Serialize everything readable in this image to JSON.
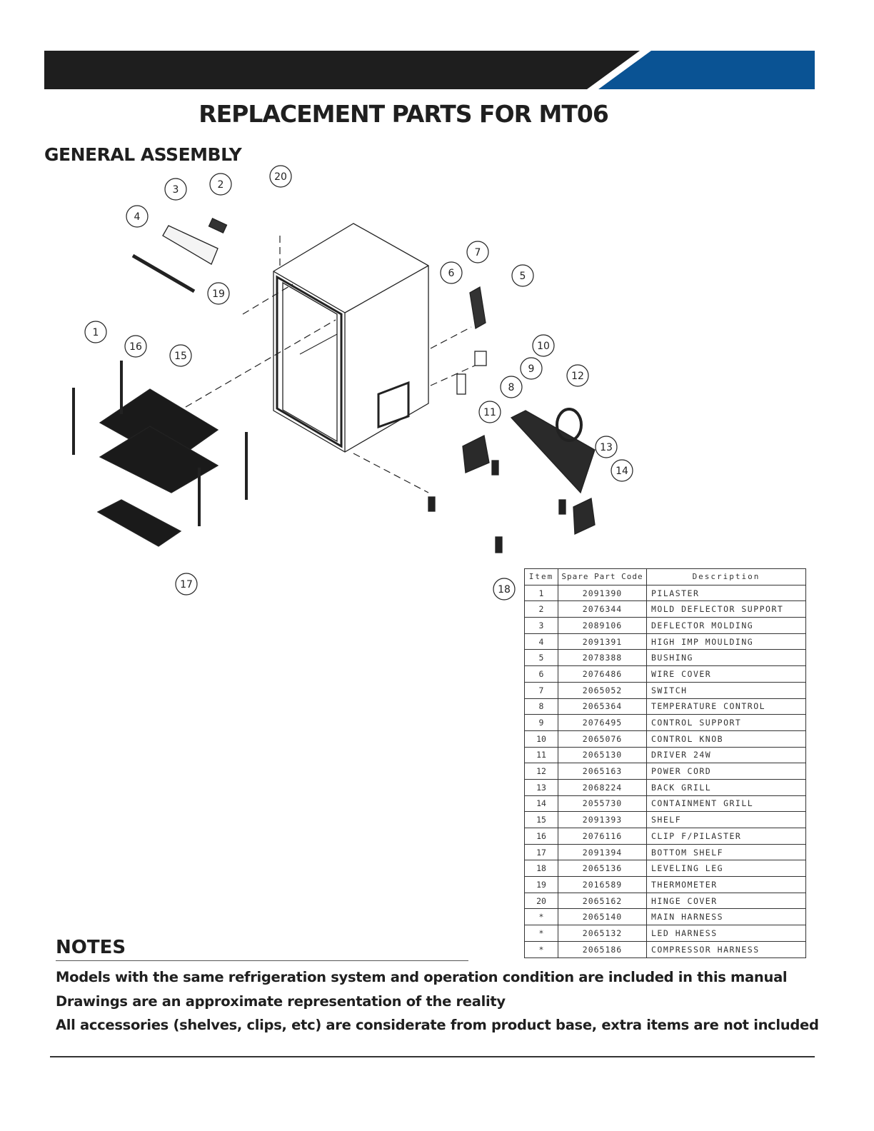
{
  "header": {
    "title": "REPLACEMENT PARTS FOR MT06",
    "dark_color": "#1e1e1e",
    "accent_color": "#0a5394"
  },
  "section": {
    "title": "GENERAL ASSEMBLY"
  },
  "diagram": {
    "callouts": [
      "1",
      "2",
      "3",
      "4",
      "5",
      "6",
      "7",
      "8",
      "9",
      "10",
      "11",
      "12",
      "13",
      "14",
      "15",
      "16",
      "17",
      "18",
      "19",
      "20"
    ]
  },
  "parts_table": {
    "headers": {
      "item": "Item",
      "code": "Spare Part Code",
      "desc": "Description"
    },
    "rows": [
      {
        "item": "1",
        "code": "2091390",
        "desc": "PILASTER"
      },
      {
        "item": "2",
        "code": "2076344",
        "desc": "MOLD DEFLECTOR SUPPORT"
      },
      {
        "item": "3",
        "code": "2089106",
        "desc": "DEFLECTOR MOLDING"
      },
      {
        "item": "4",
        "code": "2091391",
        "desc": "HIGH IMP MOULDING"
      },
      {
        "item": "5",
        "code": "2078388",
        "desc": "BUSHING"
      },
      {
        "item": "6",
        "code": "2076486",
        "desc": "WIRE COVER"
      },
      {
        "item": "7",
        "code": "2065052",
        "desc": "SWITCH"
      },
      {
        "item": "8",
        "code": "2065364",
        "desc": "TEMPERATURE CONTROL"
      },
      {
        "item": "9",
        "code": "2076495",
        "desc": "CONTROL SUPPORT"
      },
      {
        "item": "10",
        "code": "2065076",
        "desc": "CONTROL KNOB"
      },
      {
        "item": "11",
        "code": "2065130",
        "desc": "DRIVER 24W"
      },
      {
        "item": "12",
        "code": "2065163",
        "desc": "POWER CORD"
      },
      {
        "item": "13",
        "code": "2068224",
        "desc": "BACK GRILL"
      },
      {
        "item": "14",
        "code": "2055730",
        "desc": "CONTAINMENT GRILL"
      },
      {
        "item": "15",
        "code": "2091393",
        "desc": "SHELF"
      },
      {
        "item": "16",
        "code": "2076116",
        "desc": "CLIP F/PILASTER"
      },
      {
        "item": "17",
        "code": "2091394",
        "desc": "BOTTOM SHELF"
      },
      {
        "item": "18",
        "code": "2065136",
        "desc": "LEVELING LEG"
      },
      {
        "item": "19",
        "code": "2016589",
        "desc": "THERMOMETER"
      },
      {
        "item": "20",
        "code": "2065162",
        "desc": "HINGE COVER"
      },
      {
        "item": "*",
        "code": "2065140",
        "desc": "MAIN HARNESS"
      },
      {
        "item": "*",
        "code": "2065132",
        "desc": "LED HARNESS"
      },
      {
        "item": "*",
        "code": "2065186",
        "desc": "COMPRESSOR HARNESS"
      }
    ]
  },
  "notes": {
    "title": "NOTES",
    "items": [
      "Models with the same refrigeration system and operation condition are included in this manual",
      "Drawings are an approximate representation of the reality",
      "All accessories (shelves, clips, etc) are considerate from product base, extra items are not included"
    ]
  }
}
